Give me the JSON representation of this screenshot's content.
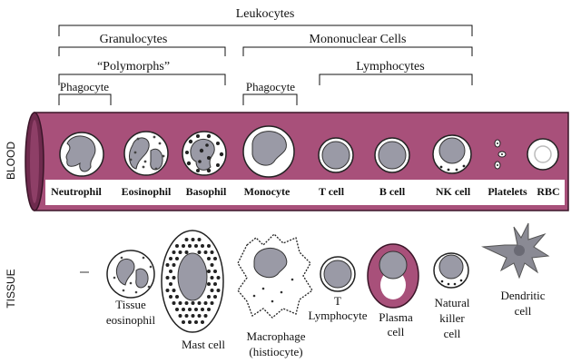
{
  "hierarchy": {
    "leukocytes": "Leukocytes",
    "granulocytes": "Granulocytes",
    "polymorphs": "“Polymorphs”",
    "mononuclear": "Mononuclear Cells",
    "lymphocytes": "Lymphocytes",
    "phagocyte_left": "Phagocyte",
    "phagocyte_right": "Phagocyte"
  },
  "blood": {
    "side_label": "BLOOD",
    "cells": [
      "Neutrophil",
      "Eosinophil",
      "Basophil",
      "Monocyte",
      "T cell",
      "B cell",
      "NK cell",
      "Platelets",
      "RBC"
    ]
  },
  "tissue": {
    "side_label": "TISSUE",
    "cells": {
      "eos_1": "Tissue",
      "eos_2": "eosinophil",
      "mast": "Mast cell",
      "mac_1": "Macrophage",
      "mac_2": "(histiocyte)",
      "lymph_t": "T",
      "lymph": "Lymphocyte",
      "plasma_1": "Plasma",
      "plasma_2": "cell",
      "nk_1": "Natural",
      "nk_2": "killer",
      "nk_3": "cell",
      "dend_1": "Dendritic",
      "dend_2": "cell"
    }
  },
  "colors": {
    "vessel": "#a8507a",
    "vessel_dark": "#6e2a4d",
    "cell_fill": "#ffffff",
    "nucleus": "#9a9aa6",
    "granule": "#222222",
    "text": "#111111"
  }
}
